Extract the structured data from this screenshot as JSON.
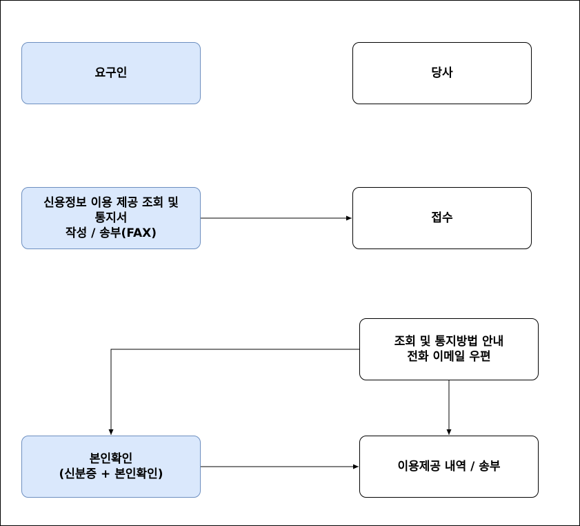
{
  "nodes": {
    "requester": {
      "lines": [
        "요구인"
      ]
    },
    "company": {
      "lines": [
        "당사"
      ]
    },
    "write_send": {
      "lines": [
        "신용정보 이용 제공 조회 및",
        "통지서",
        "작성 / 송부(FAX)"
      ]
    },
    "receive": {
      "lines": [
        "접수"
      ]
    },
    "guide": {
      "lines": [
        "조회 및 통지방법 안내",
        "전화 이메일 우편"
      ]
    },
    "identity": {
      "lines": [
        "본인확인",
        "(신분증 + 본인확인)"
      ]
    },
    "provide": {
      "lines": [
        "이용제공 내역 / 송부"
      ]
    }
  },
  "colors": {
    "fill_requester": "#dae8fc",
    "stroke_requester": "#6c8ebf",
    "fill_company": "#ffffff",
    "stroke_company": "#000000",
    "edge": "#000000"
  }
}
